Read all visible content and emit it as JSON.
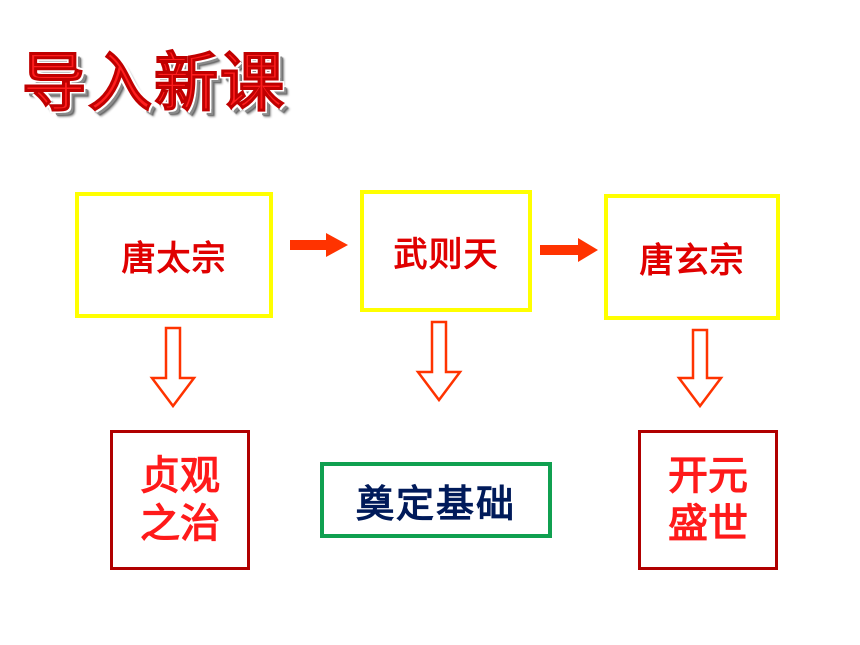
{
  "title": "导入新课",
  "rulers": [
    {
      "name": "唐太宗"
    },
    {
      "name": "武则天"
    },
    {
      "name": "唐玄宗"
    }
  ],
  "results": {
    "zhenguan": {
      "line1": "贞观",
      "line2": "之治"
    },
    "dianding": "奠定基础",
    "kaiyuan": {
      "line1": "开元",
      "line2": "盛世"
    }
  },
  "colors": {
    "title": "#ff1e1e",
    "ruler_border": "#ffff00",
    "ruler_text": "#e00000",
    "result_border": "#b00000",
    "result_text": "#ff1a1a",
    "foundation_border": "#10a050",
    "foundation_text": "#001a5a",
    "arrow": "#ff3300"
  }
}
